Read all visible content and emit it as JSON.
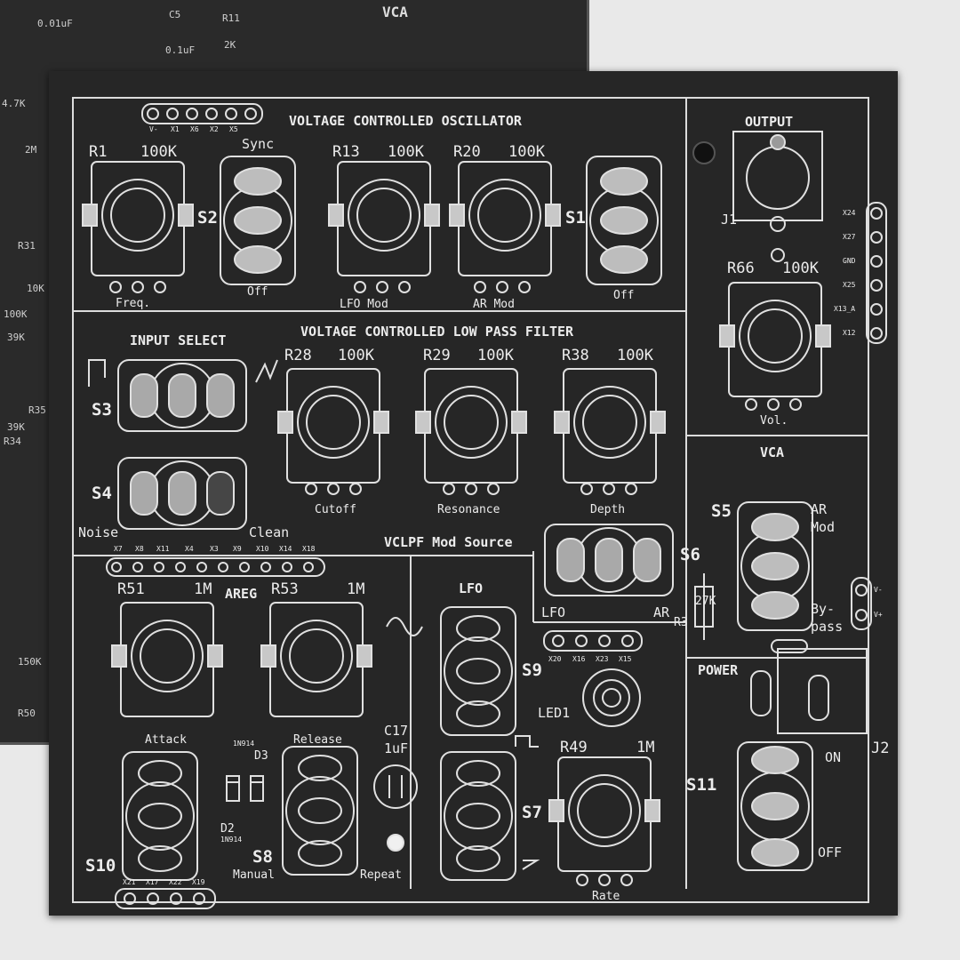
{
  "background_board": {
    "labels": [
      "0.01uF",
      "C5",
      "R11",
      "2K",
      "0.1uF",
      "4.7K",
      "2M",
      "R31",
      "10K",
      "100K",
      "39K",
      "39K",
      "R34",
      "R35",
      "150K",
      "R50"
    ],
    "vca_label": "VCA"
  },
  "sections": {
    "vco": "VOLTAGE CONTROLLED OSCILLATOR",
    "vclpf": "VOLTAGE CONTROLLED LOW PASS FILTER",
    "input_select": "INPUT SELECT",
    "output": "OUTPUT",
    "vca": "VCA",
    "lfo": "LFO",
    "areg": "AREG",
    "mod_source": "VCLPF Mod Source",
    "power": "POWER"
  },
  "pots": [
    {
      "ref": "R1",
      "value": "100K",
      "caption": "Freq."
    },
    {
      "ref": "R13",
      "value": "100K",
      "caption": "LFO Mod"
    },
    {
      "ref": "R20",
      "value": "100K",
      "caption": "AR Mod"
    },
    {
      "ref": "R66",
      "value": "100K",
      "caption": "Vol."
    },
    {
      "ref": "R28",
      "value": "100K",
      "caption": "Cutoff"
    },
    {
      "ref": "R29",
      "value": "100K",
      "caption": "Resonance"
    },
    {
      "ref": "R38",
      "value": "100K",
      "caption": "Depth"
    },
    {
      "ref": "R51",
      "value": "1M",
      "caption": "Attack"
    },
    {
      "ref": "R53",
      "value": "1M",
      "caption": "Release"
    },
    {
      "ref": "R49",
      "value": "1M",
      "caption": "Rate"
    }
  ],
  "switches": {
    "s1": {
      "ref": "S1",
      "caption": "Off"
    },
    "s2": {
      "ref": "S2",
      "top": "Sync",
      "caption": "Off"
    },
    "s3": {
      "ref": "S3"
    },
    "s4": {
      "ref": "S4",
      "left": "Noise",
      "right": "Clean"
    },
    "s5": {
      "ref": "S5",
      "top": "AR",
      "top2": "Mod",
      "bottom": "By-",
      "bottom2": "pass"
    },
    "s6": {
      "ref": "S6",
      "left": "LFO",
      "right": "AR"
    },
    "s7": {
      "ref": "S7"
    },
    "s8": {
      "ref": "S8",
      "left": "Manual",
      "right": "Repeat"
    },
    "s9": {
      "ref": "S9"
    },
    "s10": {
      "ref": "S10"
    },
    "s11": {
      "ref": "S11",
      "top": "ON",
      "bottom": "OFF"
    }
  },
  "components": {
    "j1": "J1",
    "j2": "J2",
    "r3": "R3",
    "r3_value": "27K",
    "c17": "C17",
    "c17_value": "1uF",
    "led1": "LED1",
    "d3": "D3",
    "d3_part": "1N914",
    "d2": "D2",
    "d2_part": "1N914"
  },
  "headers": {
    "vco": [
      "V-",
      "X1",
      "X6",
      "X2",
      "X5"
    ],
    "output": [
      "X24",
      "X27",
      "GND",
      "X25",
      "X13_A",
      "X12"
    ],
    "vclpf": [
      "X7",
      "X8",
      "X11",
      "X4",
      "X3",
      "X9",
      "X10",
      "X14",
      "X18"
    ],
    "lfo": [
      "X20",
      "X16",
      "X23",
      "X15"
    ],
    "areg": [
      "X21",
      "X17",
      "X22",
      "X19"
    ],
    "power": [
      "V-",
      "V+"
    ]
  }
}
